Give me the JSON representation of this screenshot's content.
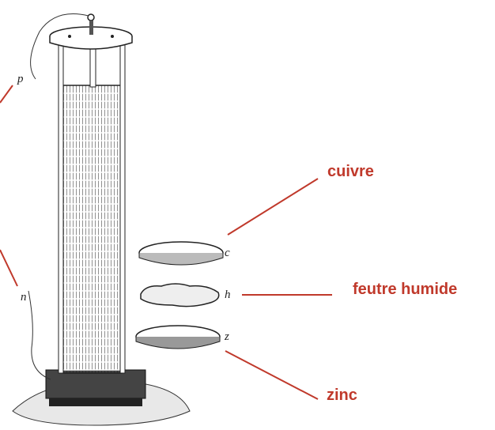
{
  "labels": {
    "copper": "cuivre",
    "felt": "feutre humide",
    "zinc": "zinc"
  },
  "letters": {
    "p": "p",
    "n": "n",
    "c": "c",
    "h": "h",
    "z": "z"
  },
  "colors": {
    "accent": "#c0392b",
    "ink": "#222222"
  }
}
